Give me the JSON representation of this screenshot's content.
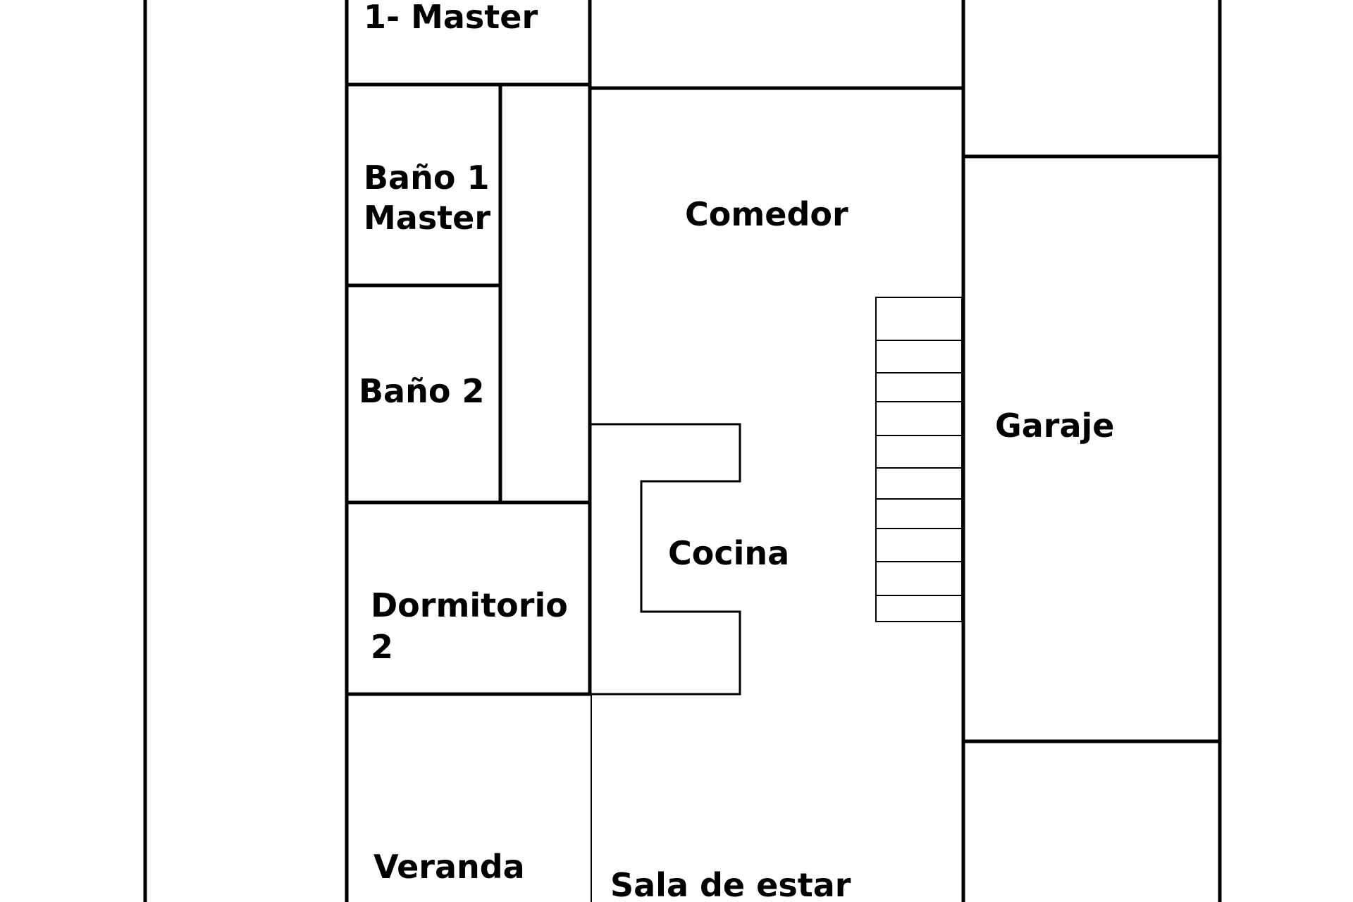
{
  "rooms": {
    "master": "1- Master",
    "bano1_line1": "Baño 1",
    "bano1_line2": "Master",
    "bano2": "Baño 2",
    "dormitorio2_line1": "Dormitorio",
    "dormitorio2_line2": "2",
    "comedor": "Comedor",
    "cocina": "Cocina",
    "garaje": "Garaje",
    "veranda": "Veranda",
    "sala": "Sala de estar"
  },
  "colors": {
    "line": "#000000",
    "background": "#ffffff"
  }
}
